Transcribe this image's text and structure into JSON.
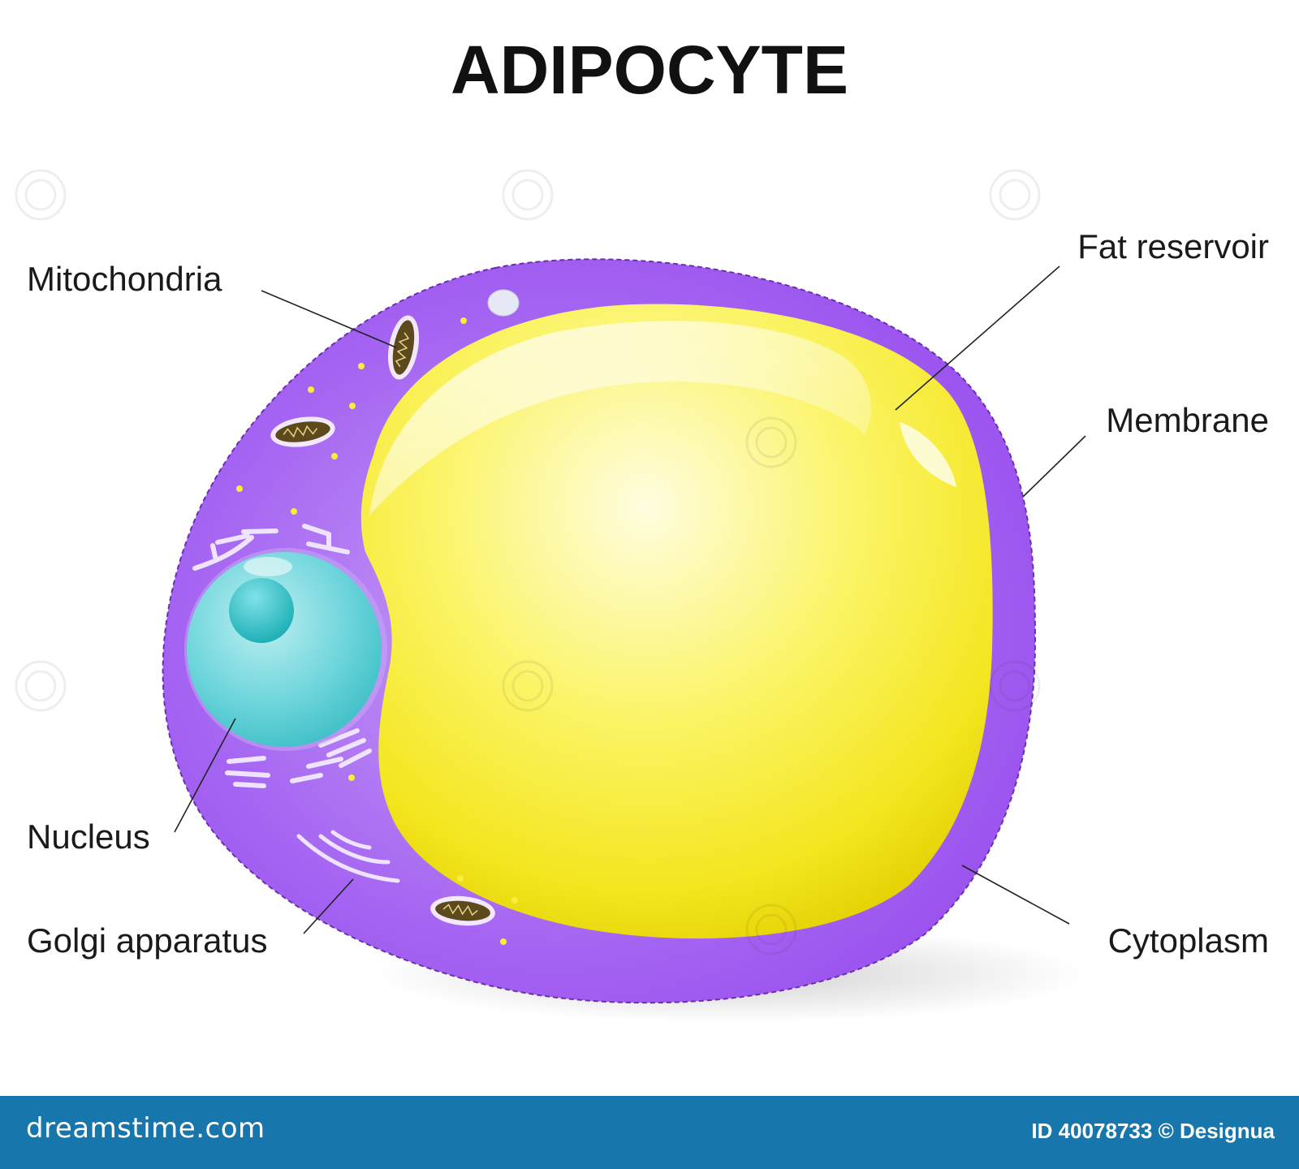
{
  "title": "ADIPOCYTE",
  "labels": {
    "mitochondria": "Mitochondria",
    "nucleus": "Nucleus",
    "golgi": "Golgi apparatus",
    "fat_reservoir": "Fat reservoir",
    "membrane": "Membrane",
    "cytoplasm": "Cytoplasm"
  },
  "footer": {
    "site": "dreamstime.com",
    "image_id": "ID 40078733 © Designua"
  },
  "watermark": "dreamstime",
  "colors": {
    "cytoplasm": "#a15ef0",
    "cytoplasm_inner": "#c79cf6",
    "fat_reservoir": "#f6ec2a",
    "nucleus": "#45c8cf",
    "nucleolus": "#25b3bb",
    "mitochondria": "#5c4a1c",
    "footer_bar": "#1777ac"
  }
}
